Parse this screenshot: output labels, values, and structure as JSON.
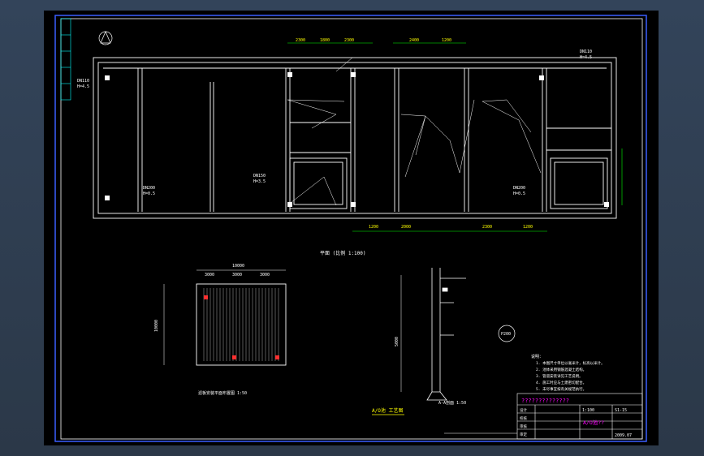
{
  "plan": {
    "title": "平面 (比例 1:100)",
    "labels": [
      "DN110",
      "H=4.5",
      "DN200",
      "H=0.5",
      "DN150",
      "H=3.5",
      "DN200",
      "H=0.5",
      "DN110",
      "H=4.5"
    ],
    "dims_top": [
      "2300",
      "1800",
      "2300",
      "2400",
      "1200"
    ],
    "dims_bottom": [
      "1200",
      "2000",
      "2300",
      "1200"
    ]
  },
  "detail_left": {
    "dim_top_total": "10000",
    "dims_top": [
      "3000",
      "3000",
      "3000"
    ],
    "side_total": "10000",
    "caption": "滤板安装平面布置图 1:50"
  },
  "detail_mid": {
    "caption": "A-A剖面 1:50",
    "side_dim": "5000"
  },
  "callout": {
    "label": "P200"
  },
  "notes": {
    "heading": "说明：",
    "lines": [
      "1. 本图尺寸单位以毫米计，标高以米计。",
      "2. 池体采用钢筋混凝土结构。",
      "3. 管道安装详见工艺说明。",
      "4. 施工时应与土建密切配合。",
      "5. 未尽事宜按有关规范执行。"
    ]
  },
  "section_caption": "A/O池 工艺图",
  "title_block": {
    "project": "??????????????",
    "drawing_title": "A/O池??",
    "scale": "1:100",
    "sheet": "S1-15",
    "date": "2009.07",
    "rows": [
      "设计",
      "校核",
      "审核",
      "审定"
    ]
  },
  "colors": {
    "outline": "#ffffff",
    "frame_blue": "#3a5fff",
    "cyan": "#00ffff",
    "green": "#00ff00",
    "yellow": "#ffff00",
    "magenta": "#ff00ff",
    "red": "#ff3030"
  }
}
